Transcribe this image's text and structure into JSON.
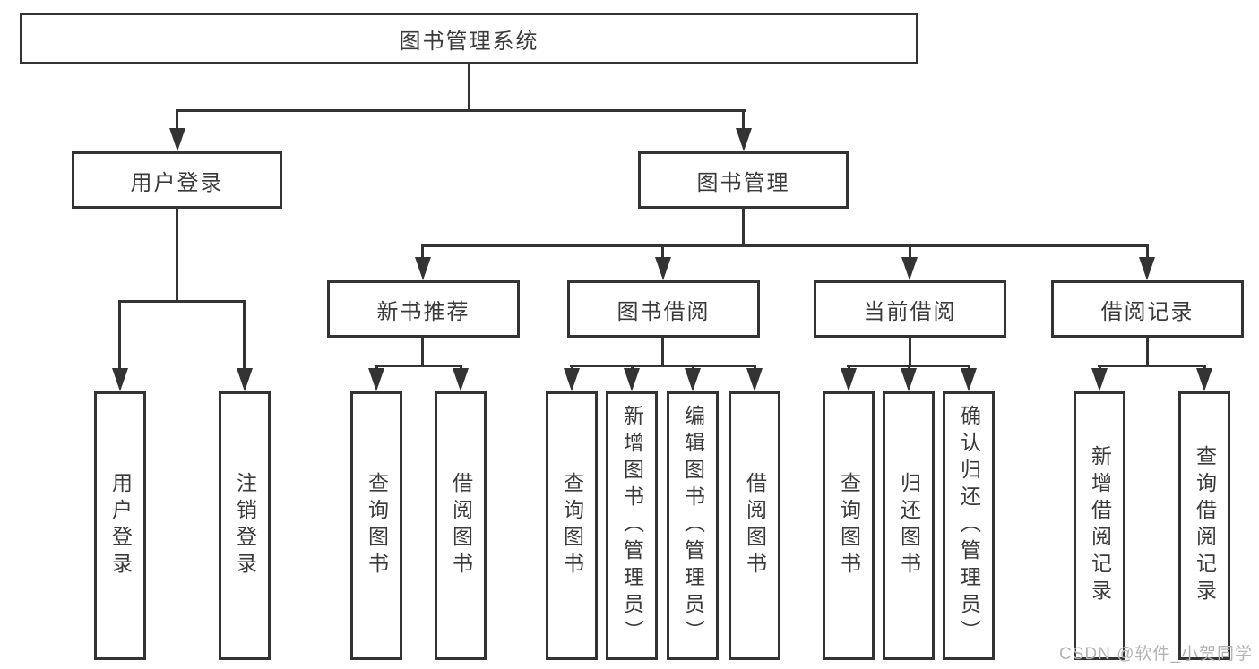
{
  "diagram_title": "图书管理系统",
  "nodes": {
    "root": "图书管理系统",
    "user_login": "用户登录",
    "book_mgmt": "图书管理",
    "new_book_rec": "新书推荐",
    "book_borrow": "图书借阅",
    "current_borrow": "当前借阅",
    "borrow_record": "借阅记录",
    "leaf_user_login": "用户登录",
    "leaf_logout": "注销登录",
    "leaf_nb_query": "查询图书",
    "leaf_nb_borrow": "借阅图书",
    "leaf_bb_query": "查询图书",
    "leaf_bb_add": "新增图书（管理员）",
    "leaf_bb_edit": "编辑图书（管理员）",
    "leaf_bb_borrow": "借阅图书",
    "leaf_cb_query": "查询图书",
    "leaf_cb_return": "归还图书",
    "leaf_cb_confirm": "确认归还（管理员）",
    "leaf_br_add": "新增借阅记录",
    "leaf_br_query": "查询借阅记录"
  },
  "hierarchy": {
    "root": "图书管理系统",
    "children_of_root": [
      "用户登录",
      "图书管理"
    ],
    "children_of_user_login": [
      "用户登录",
      "注销登录"
    ],
    "children_of_book_mgmt": [
      "新书推荐",
      "图书借阅",
      "当前借阅",
      "借阅记录"
    ],
    "children_of_new_book_rec": [
      "查询图书",
      "借阅图书"
    ],
    "children_of_book_borrow": [
      "查询图书",
      "新增图书（管理员）",
      "编辑图书（管理员）",
      "借阅图书"
    ],
    "children_of_current_borrow": [
      "查询图书",
      "归还图书",
      "确认归还（管理员）"
    ],
    "children_of_borrow_record": [
      "新增借阅记录",
      "查询借阅记录"
    ]
  },
  "watermark": "CSDN @软件_小贺同学",
  "colors": {
    "background": "#ffffff",
    "line": "#333333",
    "text": "#3a3a3a",
    "watermark": "#b3b3b3"
  }
}
